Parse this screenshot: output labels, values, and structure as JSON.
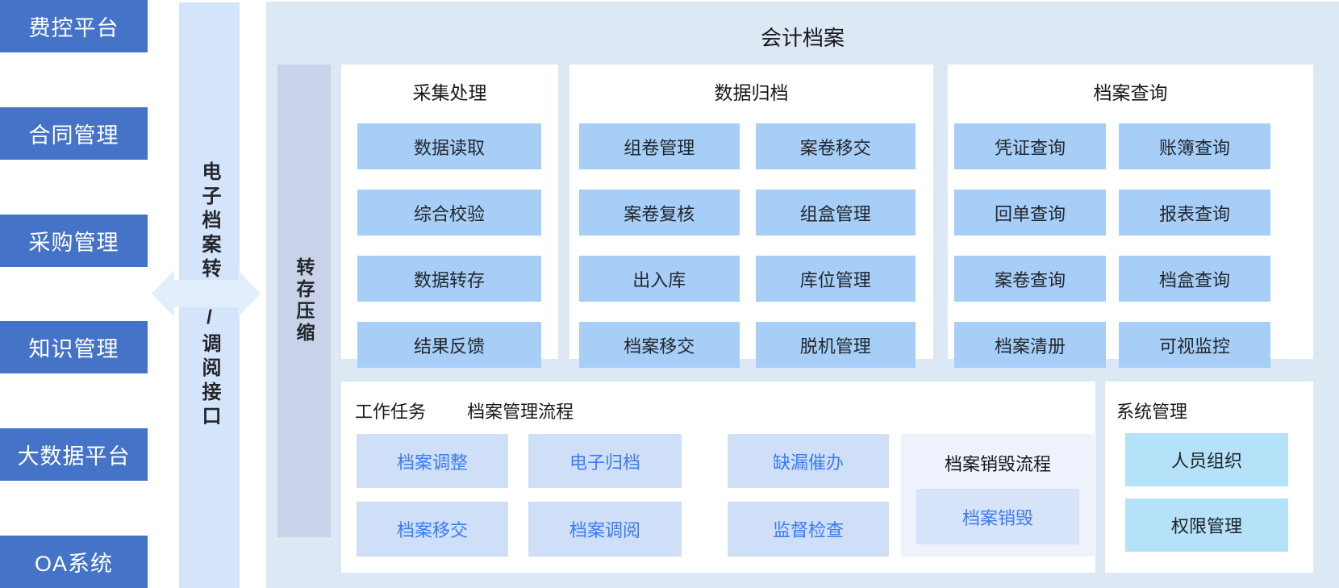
{
  "left_systems": [
    {
      "label": "费控平台"
    },
    {
      "label": "合同管理"
    },
    {
      "label": "采购管理"
    },
    {
      "label": "知识管理"
    },
    {
      "label": "大数据平台"
    },
    {
      "label": "OA系统"
    }
  ],
  "interface_bar": {
    "label": "电子档案转存/调阅接口"
  },
  "main": {
    "title": "会计档案",
    "side_bar": {
      "label": "转存压缩"
    },
    "panels": [
      {
        "title": "采集处理",
        "buttons": [
          "数据读取",
          "综合校验",
          "数据转存",
          "结果反馈"
        ]
      },
      {
        "title": "数据归档",
        "buttons": [
          "组卷管理",
          "案卷移交",
          "案卷复核",
          "组盒管理",
          "出入库",
          "库位管理",
          "档案移交",
          "脱机管理"
        ]
      },
      {
        "title": "档案查询",
        "buttons": [
          "凭证查询",
          "账簿查询",
          "回单查询",
          "报表查询",
          "案卷查询",
          "档盒查询",
          "档案清册",
          "可视监控"
        ]
      }
    ],
    "work_tasks": {
      "title": "工作任务",
      "subtitle": "档案管理流程",
      "buttons": [
        "档案调整",
        "电子归档",
        "缺漏催办",
        "档案移交",
        "档案调阅",
        "监督检查"
      ],
      "destroy_panel": {
        "title": "档案销毁流程",
        "button": "档案销毁"
      }
    },
    "system_management": {
      "title": "系统管理",
      "buttons": [
        "人员组织",
        "权限管理"
      ]
    }
  },
  "colors": {
    "external_system_blue": "#4573c7",
    "interface_bar_blue": "#d4e4fa",
    "main_panel_bg": "#dde8f5",
    "side_bar_bg": "#c8d2e8",
    "module_button_blue": "#a6cef7",
    "work_button_bg": "#cfdff8",
    "work_button_text": "#3b7cf2",
    "destroy_panel_bg": "#edf2fc",
    "destroy_button_bg": "#d7e3f9",
    "system_button_cyan": "#b6e2f9"
  }
}
